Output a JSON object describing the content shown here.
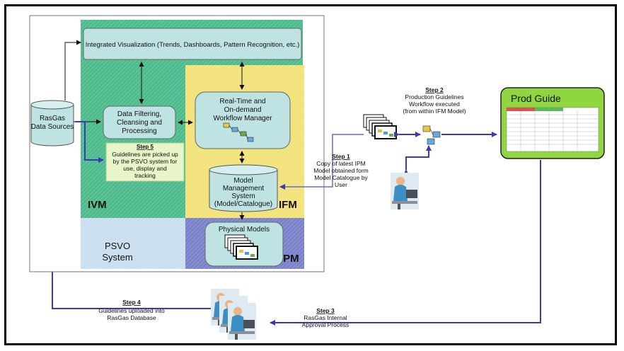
{
  "regions": {
    "ivm": "IVM",
    "ifm": "IFM",
    "ipm": "IPM",
    "psvo": [
      "PSVO",
      "System"
    ]
  },
  "boxes": {
    "integrated_visualization": "Integrated Visualization (Trends, Dashboards, Pattern Recognition, etc.)",
    "rasgas_sources": [
      "RasGas",
      "Data Sources"
    ],
    "data_filtering": [
      "Data Filtering,",
      "Cleansing and",
      "Processing"
    ],
    "workflow_manager": [
      "Real-Time and",
      "On-demand",
      "Workflow Manager"
    ],
    "model_management": [
      "Model",
      "Management",
      "System",
      "(Model/Catalogue)"
    ],
    "physical_models": "Physical Models",
    "prod_guide": "Prod Guide"
  },
  "steps": {
    "step1": {
      "title": "Step 1",
      "lines": [
        "Copy of latest IPM",
        "Model obtained form",
        "Model Catalogue by",
        "User"
      ]
    },
    "step2": {
      "title": "Step 2",
      "lines": [
        "Production Guidelines",
        "Workflow executed",
        "(from within IFM Model)"
      ]
    },
    "step3": {
      "title": "Step 3",
      "lines": [
        "RasGas Internal",
        "Approval Process"
      ]
    },
    "step4": {
      "title": "Step 4",
      "lines": [
        "Guidelines uploaded into",
        "RasGas Database"
      ]
    },
    "step5": {
      "title": "Step 5",
      "lines": [
        "Guidelines are picked up",
        "by the PSVO system for",
        "use, display and",
        "tracking"
      ]
    }
  },
  "colors": {
    "ivm_green": "#4dbb8c",
    "ifm_yellow": "#f2e27a",
    "ipm_blue": "#7b82c9",
    "psvo_blue": "#c9dff0",
    "box_fill": "#bfe3e3",
    "arrow_blue": "#3a3ab8",
    "prod_guide_green": "#8fd640"
  }
}
